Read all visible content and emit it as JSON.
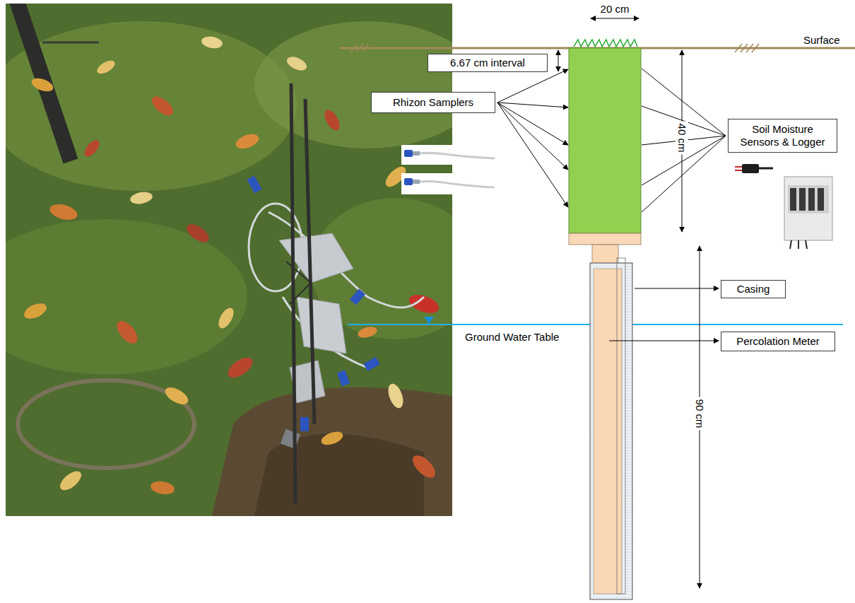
{
  "diagram": {
    "nodes": [
      {
        "text": [
          "6.67 cm interval"
        ]
      },
      {
        "text": [
          "Rhizon Samplers"
        ]
      },
      {
        "text": [
          "Soil Moisture Sensors & Logger"
        ]
      },
      {
        "text": [
          "Casing"
        ]
      },
      {
        "text": [
          "Percolation Meter"
        ]
      }
    ],
    "labels": [
      "20 cm",
      "Surface",
      "40 cm",
      "Ground Water Table",
      "90 cm"
    ]
  }
}
